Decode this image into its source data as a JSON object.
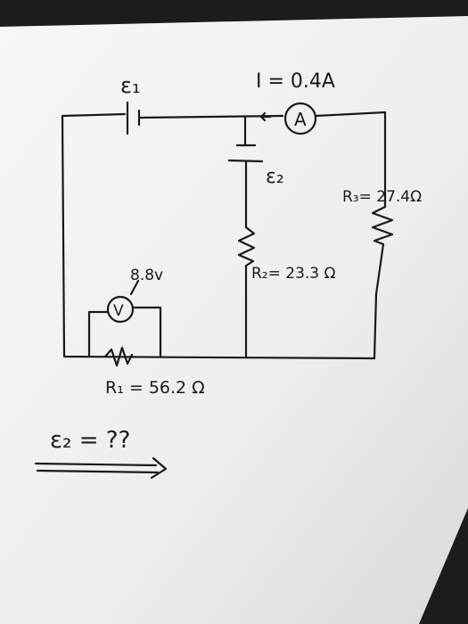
{
  "labels": {
    "emf1": "ε₁",
    "current": "I = 0.4A",
    "ammeter": "A",
    "emf2": "ε₂",
    "r3": "R₃= 27.4Ω",
    "voltmeter_reading": "8.8v",
    "voltmeter": "V",
    "r2": "R₂= 23.3 Ω",
    "r1": "R₁ = 56.2 Ω",
    "question": "ε₂ = ??"
  },
  "colors": {
    "paper": "#f2f2f4",
    "ink": "#1a1a1a",
    "background": "#1c1c1e"
  }
}
